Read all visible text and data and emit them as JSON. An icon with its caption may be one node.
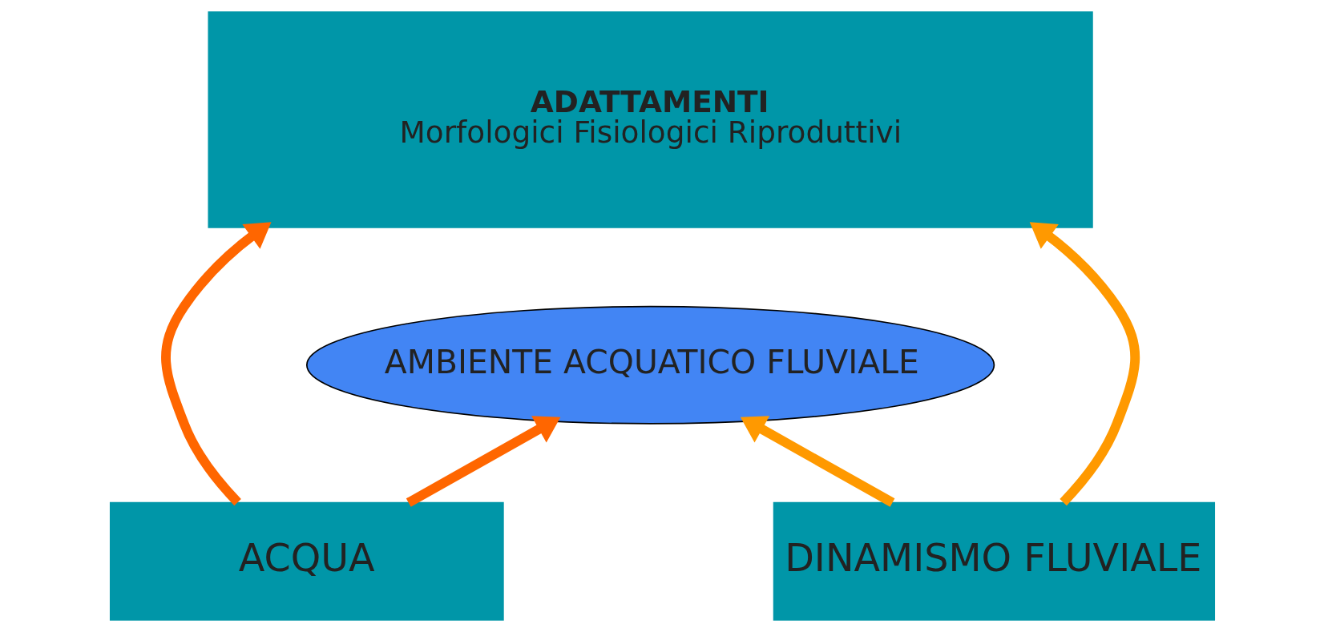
{
  "diagram": {
    "nodes": [
      {
        "text": [
          "ADATTAMENTI",
          "Morfologici Fisiologici Riproduttivi"
        ]
      },
      {
        "text": [
          "AMBIENTE ACQUATICO FLUVIALE"
        ]
      },
      {
        "text": [
          "ACQUA"
        ]
      },
      {
        "text": [
          "DINAMISMO FLUVIALE"
        ]
      }
    ],
    "edges": [
      {
        "from": 2,
        "to": 0,
        "arrow": "to",
        "color": "#ff6600"
      },
      {
        "from": 2,
        "to": 1,
        "arrow": "to",
        "color": "#ff6600"
      },
      {
        "from": 3,
        "to": 1,
        "arrow": "to",
        "color": "#ff9900"
      },
      {
        "from": 3,
        "to": 0,
        "arrow": "to",
        "color": "#ff9900"
      }
    ]
  }
}
